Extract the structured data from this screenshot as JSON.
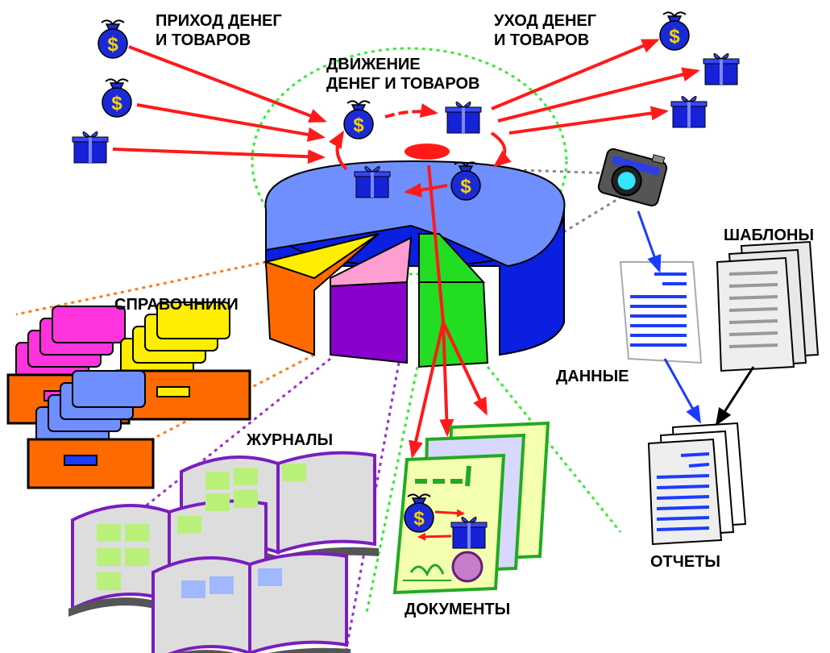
{
  "labels": {
    "income_line1": "ПРИХОД ДЕНЕГ",
    "income_line2": "И ТОВАРОВ",
    "outgo_line1": "УХОД ДЕНЕГ",
    "outgo_line2": "И ТОВАРОВ",
    "movement_line1": "ДВИЖЕНИЕ",
    "movement_line2": "ДЕНЕГ И ТОВАРОВ",
    "references": "СПРАВОЧНИКИ",
    "journals": "ЖУРНАЛЫ",
    "documents": "ДОКУМЕНТЫ",
    "data": "ДАННЫЕ",
    "templates": "ШАБЛОНЫ",
    "reports": "ОТЧЕТЫ"
  },
  "symbols": {
    "money": "$"
  },
  "colors": {
    "arrow_red": "#ff1a1a",
    "arrow_blue": "#1a3cff",
    "arrow_black": "#000000",
    "pie_blue": "#6f8fff",
    "pie_dark_blue": "#0a1fe0",
    "slice_orange": "#ff6a00",
    "slice_purple": "#8a00cc",
    "slice_green": "#22dd22",
    "dots_green": "#33ee33",
    "dots_orange": "#ff7a1a",
    "dots_purple": "#9a2fd0",
    "money_bag": "#1a2bd6",
    "gift_box": "#1522d8"
  }
}
